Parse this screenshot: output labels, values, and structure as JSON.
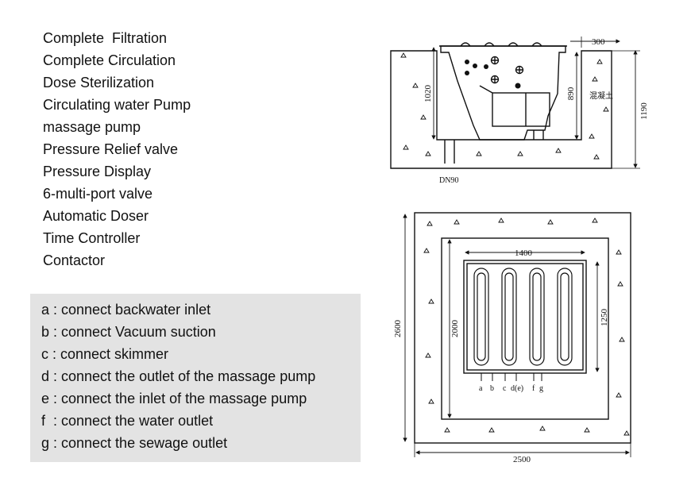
{
  "features": [
    "Complete  Filtration",
    "Complete Circulation",
    "Dose Sterilization",
    "Circulating water Pump",
    "massage pump",
    "Pressure Relief valve",
    "Pressure Display",
    "6-multi-port valve",
    "Automatic Doser",
    "Time Controller",
    "Contactor"
  ],
  "connections": [
    "a : connect backwater inlet",
    "b : connect Vacuum suction",
    "c : connect skimmer",
    "d : connect the outlet of the massage pump",
    "e : connect the inlet of the massage pump",
    "f  : connect the water outlet",
    "g : connect the sewage outlet"
  ],
  "section_drawing": {
    "dim_top_right": "300",
    "dim_height_left": "1020",
    "dim_height_mid": "890",
    "dim_height_outer": "1190",
    "concrete_label": "混凝土",
    "drain_label": "DN90"
  },
  "plan_drawing": {
    "dim_inner_width": "1400",
    "dim_inner_height": "1250",
    "dim_mid_height": "2000",
    "dim_outer_height": "2600",
    "dim_outer_width": "2500",
    "port_letters": [
      "a",
      "b",
      "c",
      "d(e)",
      "f",
      "g"
    ]
  },
  "colors": {
    "legend_background": "#e3e3e3",
    "line": "#111111"
  }
}
